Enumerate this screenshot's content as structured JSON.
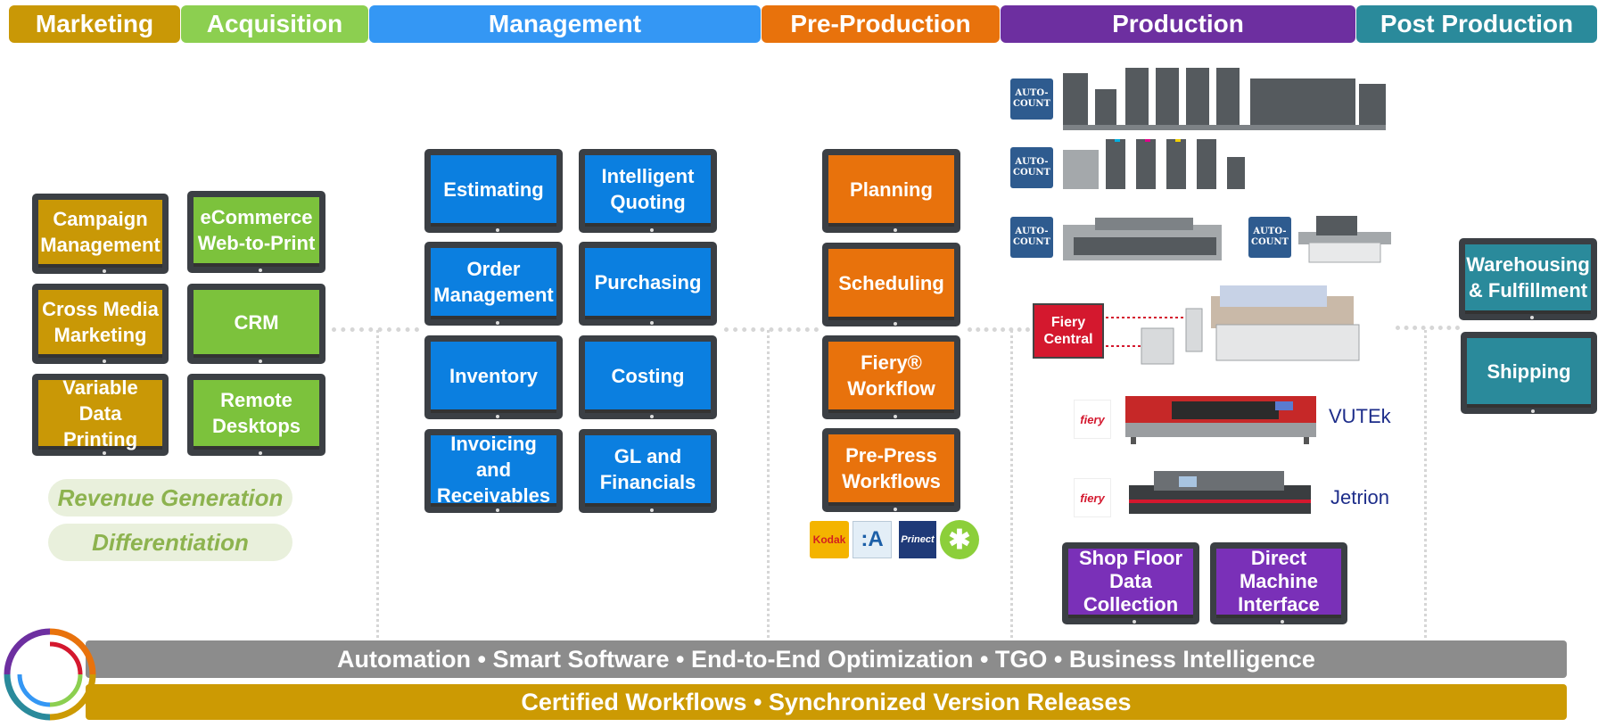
{
  "headers": [
    {
      "label": "Marketing",
      "color": "#c99806"
    },
    {
      "label": "Acquisition",
      "color": "#8ccf50"
    },
    {
      "label": "Management",
      "color": "#3497f4"
    },
    {
      "label": "Pre-Production",
      "color": "#e8720c"
    },
    {
      "label": "Production",
      "color": "#6d2fa0"
    },
    {
      "label": "Post Production",
      "color": "#2a8a9b"
    }
  ],
  "marketing": {
    "tiles": [
      "Campaign Management",
      "Cross Media Marketing",
      "Variable Data Printing"
    ],
    "color": "#c99806"
  },
  "acquisition": {
    "tiles": [
      "eCommerce Web-to-Print",
      "CRM",
      "Remote Desktops"
    ],
    "color": "#7cc23c"
  },
  "outcomes": [
    "Revenue Generation",
    "Differentiation"
  ],
  "management": {
    "tiles": [
      "Estimating",
      "Intelligent Quoting",
      "Order Management",
      "Purchasing",
      "Inventory",
      "Costing",
      "Invoicing and Receivables",
      "GL and Financials"
    ],
    "color": "#0b7fe0"
  },
  "preproduction": {
    "tiles": [
      "Planning",
      "Scheduling",
      "Fiery® Workflow",
      "Pre-Press Workflows"
    ],
    "color": "#e8720c",
    "logos": [
      {
        "icon": "kodak-logo",
        "text": "Kodak"
      },
      {
        "icon": "agfa-apogee-logo",
        "text": ":A"
      },
      {
        "icon": "prinect-logo",
        "text": "Prinect"
      },
      {
        "icon": "esko-star-logo",
        "text": ""
      }
    ]
  },
  "production": {
    "autocount": "AUTO-COUNT",
    "fiery_central": "Fiery Central",
    "fiery_logo_text": "fiery",
    "vutek": "VUTEk",
    "jetrion": "Jetrion",
    "tiles": [
      "Shop Floor Data Collection",
      "Direct Machine Interface"
    ],
    "color": "#7a30b8",
    "presses": [
      {
        "icon": "offset-press-1"
      },
      {
        "icon": "offset-press-2"
      },
      {
        "icon": "offset-press-3"
      },
      {
        "icon": "finishing-machine"
      },
      {
        "icon": "digital-presses"
      },
      {
        "icon": "vutek-printer"
      },
      {
        "icon": "jetrion-printer"
      }
    ]
  },
  "postproduction": {
    "tiles": [
      "Warehousing & Fulfillment",
      "Shipping"
    ],
    "color": "#2a8a9b"
  },
  "bars": {
    "top": "Automation • Smart Software • End-to-End Optimization • TGO •  Business Intelligence",
    "bottom": "Certified Workflows • Synchronized Version Releases",
    "top_color": "#8c8c8c",
    "bottom_color": "#cc9a03"
  }
}
